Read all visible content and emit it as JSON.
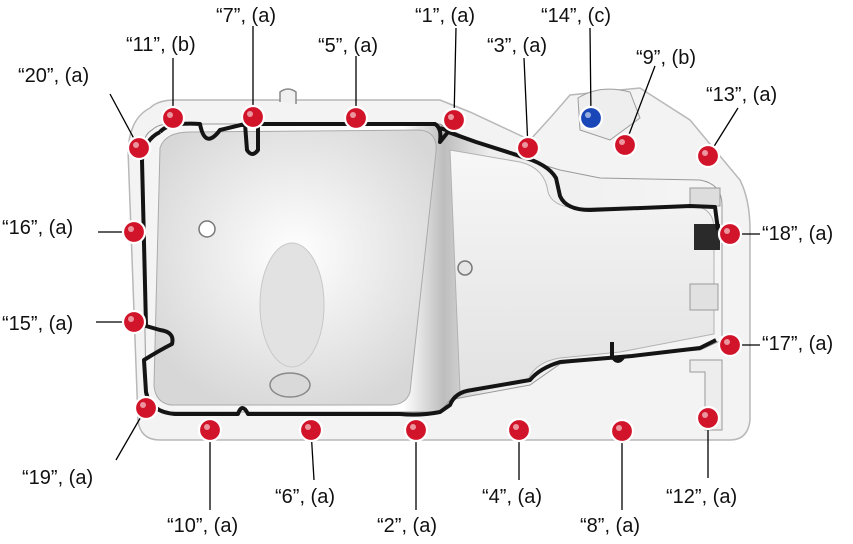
{
  "colors": {
    "bolt_a": "#d2142a",
    "bolt_b": "#d2142a",
    "bolt_c": "#1a47b8",
    "gasket": "#141414",
    "pan_light": "#f7f7f7",
    "pan_shadow": "#c9c9c9",
    "label_text": "#111111"
  },
  "callouts": [
    {
      "id": "1",
      "text": "“1”, (a)",
      "type": "a"
    },
    {
      "id": "2",
      "text": "“2”, (a)",
      "type": "a"
    },
    {
      "id": "3",
      "text": "“3”, (a)",
      "type": "a"
    },
    {
      "id": "4",
      "text": "“4”, (a)",
      "type": "a"
    },
    {
      "id": "5",
      "text": "“5”, (a)",
      "type": "a"
    },
    {
      "id": "6",
      "text": "“6”, (a)",
      "type": "a"
    },
    {
      "id": "7",
      "text": "“7”, (a)",
      "type": "a"
    },
    {
      "id": "8",
      "text": "“8”, (a)",
      "type": "a"
    },
    {
      "id": "9",
      "text": "“9”, (b)",
      "type": "b"
    },
    {
      "id": "10",
      "text": "“10”, (a)",
      "type": "a"
    },
    {
      "id": "11",
      "text": "“11”, (b)",
      "type": "b"
    },
    {
      "id": "12",
      "text": "“12”, (a)",
      "type": "a"
    },
    {
      "id": "13",
      "text": "“13”, (a)",
      "type": "a"
    },
    {
      "id": "14",
      "text": "“14”, (c)",
      "type": "c"
    },
    {
      "id": "15",
      "text": "“15”, (a)",
      "type": "a"
    },
    {
      "id": "16",
      "text": "“16”, (a)",
      "type": "a"
    },
    {
      "id": "17",
      "text": "“17”, (a)",
      "type": "a"
    },
    {
      "id": "18",
      "text": "“18”, (a)",
      "type": "a"
    },
    {
      "id": "19",
      "text": "“19”, (a)",
      "type": "a"
    },
    {
      "id": "20",
      "text": "“20”, (a)",
      "type": "a"
    }
  ]
}
